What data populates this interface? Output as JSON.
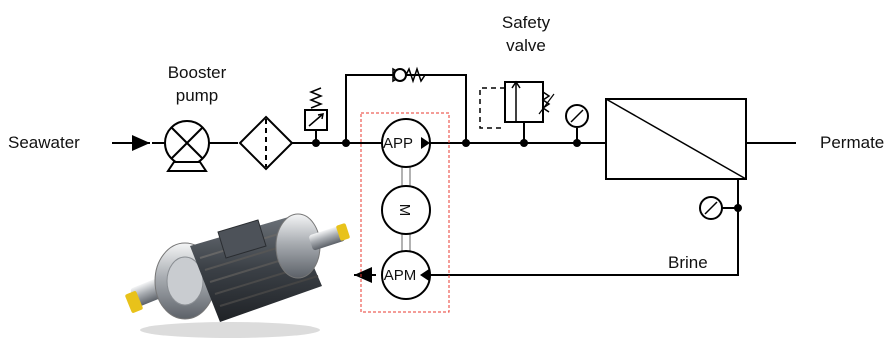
{
  "labels": {
    "seawater": "Seawater",
    "booster_line1": "Booster",
    "booster_line2": "pump",
    "safety_line1": "Safety",
    "safety_line2": "valve",
    "permeate": "Permate",
    "brine": "Brine",
    "app": "APP",
    "motor": "M",
    "apm": "APM"
  },
  "icons": [
    "booster-pump-icon",
    "filter-icon",
    "pressure-relief-icon",
    "check-valve-icon",
    "safety-valve-icon",
    "pressure-gauge-icon",
    "membrane-icon",
    "motor-pump-photo"
  ],
  "colors": {
    "line": "#000000",
    "dashed_box": "#e83a2f",
    "motor_photo": "#3a3f45"
  }
}
